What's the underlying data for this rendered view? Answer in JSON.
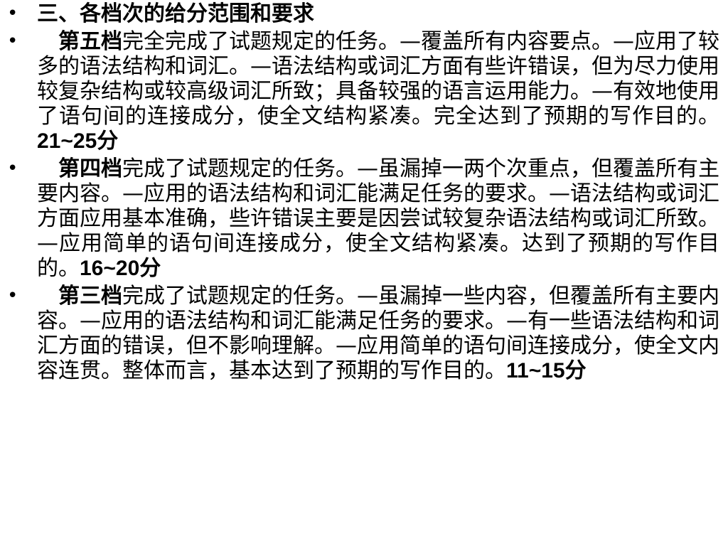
{
  "slide": {
    "bullet_symbol": "•",
    "heading": "三、各档次的给分范围和要求",
    "grades": [
      {
        "name": "第五档",
        "description": "完全完成了试题规定的任务。—覆盖所有内容要点。—应用了较多的语法结构和词汇。—语法结构或词汇方面有些许错误，但为尽力使用较复杂结构或较高级词汇所致；具备较强的语言运用能力。—有效地使用了语句间的连接成分，使全文结构紧凑。完全达到了预期的写作目的。",
        "score": "21~25分"
      },
      {
        "name": "第四档",
        "description": "完成了试题规定的任务。—虽漏掉一两个次重点，但覆盖所有主要内容。—应用的语法结构和词汇能满足任务的要求。—语法结构或词汇方面应用基本准确，些许错误主要是因尝试较复杂语法结构或词汇所致。—应用简单的语句间连接成分，使全文结构紧凑。达到了预期的写作目的。",
        "score": "16~20分"
      },
      {
        "name": "第三档",
        "description": "完成了试题规定的任务。—虽漏掉一些内容，但覆盖所有主要内容。—应用的语法结构和词汇能满足任务的要求。—有一些语法结构和词汇方面的错误，但不影响理解。—应用简单的语句间连接成分，使全文内容连贯。整体而言，基本达到了预期的写作目的。",
        "score": "11~15分"
      }
    ]
  }
}
